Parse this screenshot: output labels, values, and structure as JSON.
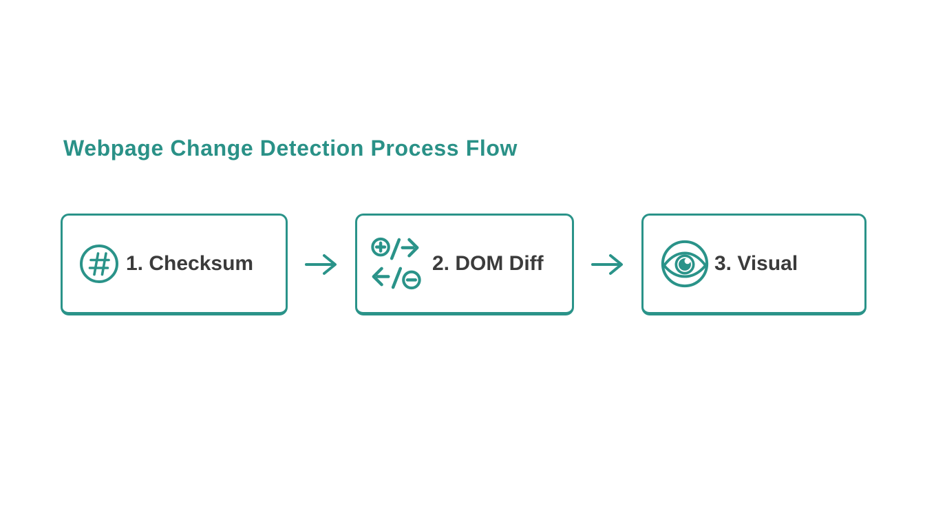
{
  "title": "Webpage Change Detection Process Flow",
  "colors": {
    "accent": "#2A9389",
    "heading": "#2A9187",
    "text": "#3B3B3B",
    "background": "#FFFFFF"
  },
  "steps": [
    {
      "label": "1. Checksum",
      "icon": "hash-icon"
    },
    {
      "label": "2. DOM Diff",
      "icon": "dom-diff-icon"
    },
    {
      "label": "3. Visual",
      "icon": "eye-icon"
    }
  ],
  "connector": {
    "icon": "arrow-right-icon"
  }
}
